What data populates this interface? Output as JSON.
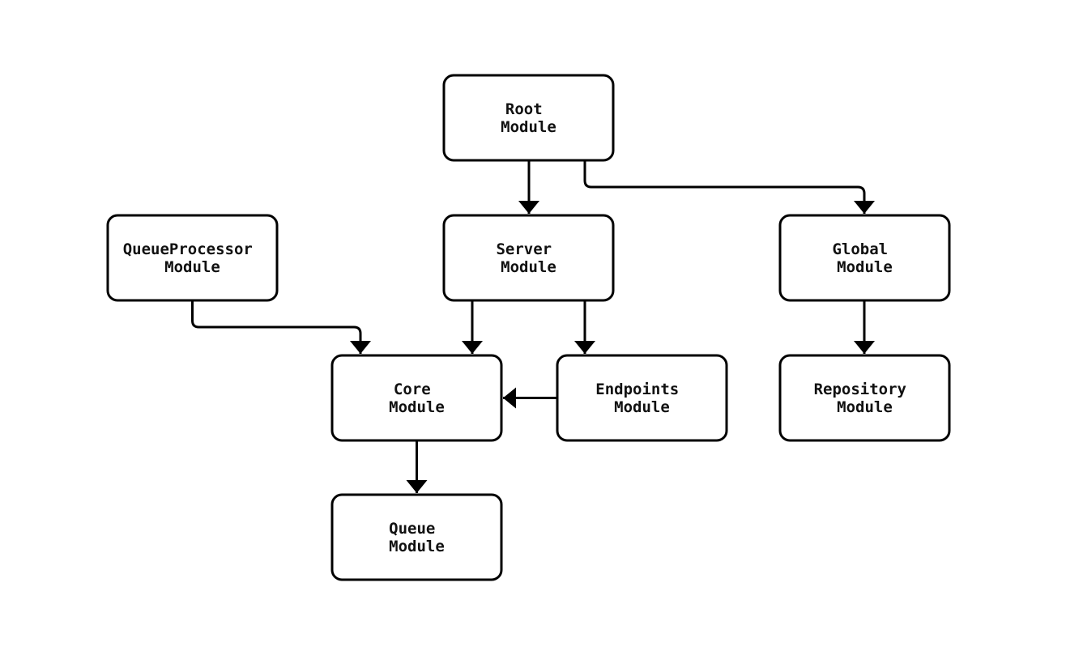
{
  "diagram": {
    "type": "flowchart",
    "direction": "top-down",
    "background_color": "#ffffff",
    "node_fill_color": "#ffffff",
    "node_border_color": "#000000",
    "edge_color": "#000000",
    "text_color": "#111111",
    "nodes": [
      {
        "id": "root",
        "label": "Root Module",
        "lines": [
          "Root",
          "Module"
        ]
      },
      {
        "id": "queueprocessor",
        "label": "QueueProcessor Module",
        "lines": [
          "QueueProcessor",
          "Module"
        ]
      },
      {
        "id": "server",
        "label": "Server Module",
        "lines": [
          "Server",
          "Module"
        ]
      },
      {
        "id": "global",
        "label": "Global Module",
        "lines": [
          "Global",
          "Module"
        ]
      },
      {
        "id": "core",
        "label": "Core Module",
        "lines": [
          "Core",
          "Module"
        ]
      },
      {
        "id": "endpoints",
        "label": "Endpoints Module",
        "lines": [
          "Endpoints",
          "Module"
        ]
      },
      {
        "id": "repository",
        "label": "Repository Module",
        "lines": [
          "Repository",
          "Module"
        ]
      },
      {
        "id": "queue",
        "label": "Queue Module",
        "lines": [
          "Queue",
          "Module"
        ]
      }
    ],
    "edges": [
      {
        "from": "Root Module",
        "to": "Server Module"
      },
      {
        "from": "Root Module",
        "to": "Global Module"
      },
      {
        "from": "QueueProcessor Module",
        "to": "Core Module"
      },
      {
        "from": "Server Module",
        "to": "Core Module"
      },
      {
        "from": "Server Module",
        "to": "Endpoints Module"
      },
      {
        "from": "Endpoints Module",
        "to": "Core Module"
      },
      {
        "from": "Global Module",
        "to": "Repository Module"
      },
      {
        "from": "Core Module",
        "to": "Queue Module"
      }
    ]
  }
}
